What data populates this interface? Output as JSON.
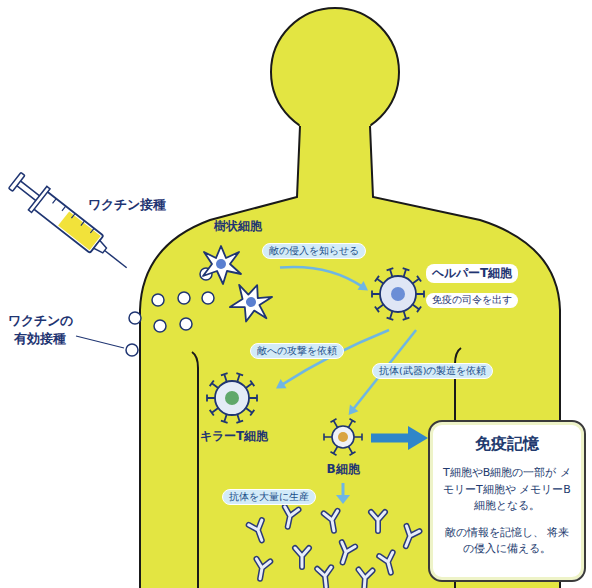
{
  "diagram": {
    "nodes": [
      {
        "text": [
          "樹状細胞"
        ]
      },
      {
        "text": [
          "ヘルパーT細胞",
          "免疫の司令を出す"
        ]
      },
      {
        "text": [
          "キラーT細胞"
        ]
      },
      {
        "text": [
          "B細胞"
        ]
      },
      {
        "text": [
          "免疫記憶",
          "T細胞やB細胞の一部が メモリーT細胞や メモリーB細胞となる。",
          "敵の情報を記憶し、 将来の侵入に備える。"
        ]
      }
    ],
    "edges": [
      {
        "from": 0,
        "to": 1,
        "arrow": "to",
        "label": "敵の侵入を知らせる"
      },
      {
        "from": 1,
        "to": 2,
        "arrow": "to",
        "label": "敵への攻撃を依頼"
      },
      {
        "from": 1,
        "to": 3,
        "arrow": "to",
        "label": "抗体(武器)の製造を依頼"
      },
      {
        "from": 3,
        "to": 4,
        "arrow": "to"
      }
    ],
    "labels": [
      "ワクチン接種",
      "ワクチンの 有効接種",
      "抗体を大量に生産"
    ]
  }
}
